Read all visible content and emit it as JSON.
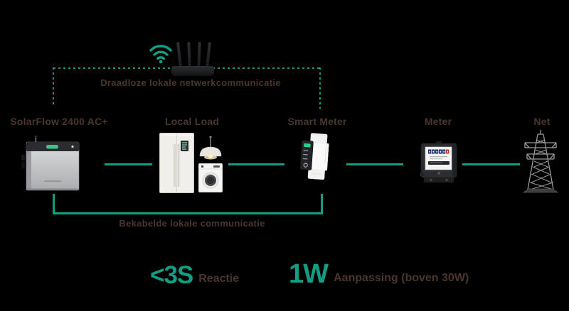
{
  "colors": {
    "background": "#000000",
    "accent": "#129E85",
    "text": "#4A362F"
  },
  "connections": {
    "wireless_label": "Draadloze lokale netwerkcommunicatie",
    "wired_label": "Bekabelde lokale communicatie"
  },
  "devices": [
    {
      "label": "SolarFlow 2400 AC+",
      "icon": "solarflow-battery-icon"
    },
    {
      "label": "Local Load",
      "icon": "home-appliances-icon"
    },
    {
      "label": "Smart Meter",
      "icon": "din-rail-meter-icon"
    },
    {
      "label": "Meter",
      "icon": "electricity-meter-icon"
    },
    {
      "label": "Net",
      "icon": "transmission-tower-icon"
    }
  ],
  "router": {
    "icon": "router-icon",
    "wifi_icon": "wifi-icon"
  },
  "stats": [
    {
      "value": "<3S",
      "label": "Reactie"
    },
    {
      "value": "1W",
      "label": "Aanpassing (boven 30W)"
    }
  ]
}
